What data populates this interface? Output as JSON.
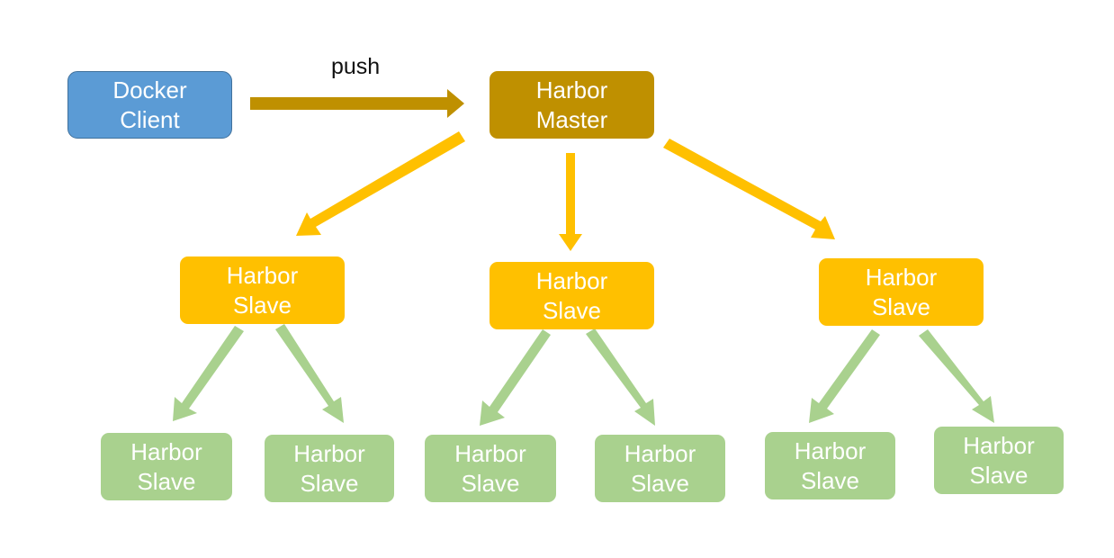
{
  "diagram": {
    "push_label": "push",
    "client": {
      "line1": "Docker",
      "line2": "Client"
    },
    "master": {
      "line1": "Harbor",
      "line2": "Master"
    },
    "slaves_level1": [
      {
        "line1": "Harbor",
        "line2": "Slave"
      },
      {
        "line1": "Harbor",
        "line2": "Slave"
      },
      {
        "line1": "Harbor",
        "line2": "Slave"
      }
    ],
    "slaves_level2": [
      {
        "line1": "Harbor",
        "line2": "Slave"
      },
      {
        "line1": "Harbor",
        "line2": "Slave"
      },
      {
        "line1": "Harbor",
        "line2": "Slave"
      },
      {
        "line1": "Harbor",
        "line2": "Slave"
      },
      {
        "line1": "Harbor",
        "line2": "Slave"
      },
      {
        "line1": "Harbor",
        "line2": "Slave"
      }
    ]
  },
  "colors": {
    "client": "#5b9bd5",
    "master": "#bf9000",
    "slave_level1": "#ffc000",
    "slave_level2": "#a9d18e",
    "push_arrow": "#bf9000",
    "master_arrows": "#ffc000",
    "slave_arrows": "#a9d18e"
  }
}
